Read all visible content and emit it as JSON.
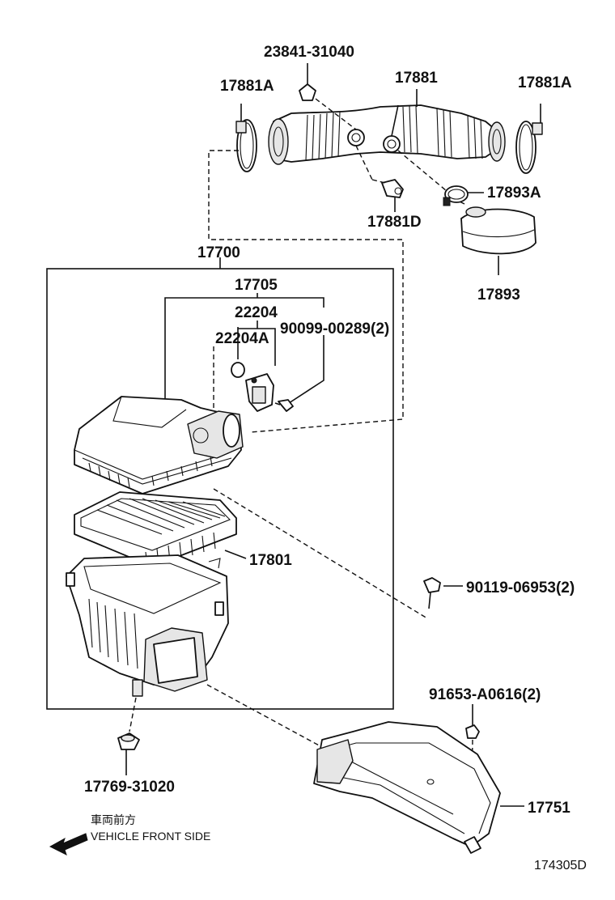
{
  "labels": {
    "p23841": "23841-31040",
    "p17881": "17881",
    "p17881A_left": "17881A",
    "p17881A_right": "17881A",
    "p17893A": "17893A",
    "p17881D": "17881D",
    "p17893": "17893",
    "p17700": "17700",
    "p17705": "17705",
    "p22204": "22204",
    "p22204A": "22204A",
    "p90099": "90099-00289(2)",
    "p17801": "17801",
    "p90119": "90119-06953(2)",
    "p91653": "91653-A0616(2)",
    "p17769": "17769-31020",
    "p17751": "17751"
  },
  "direction": {
    "japanese": "車両前方",
    "english": "VEHICLE FRONT SIDE"
  },
  "diagram_id": "174305D"
}
